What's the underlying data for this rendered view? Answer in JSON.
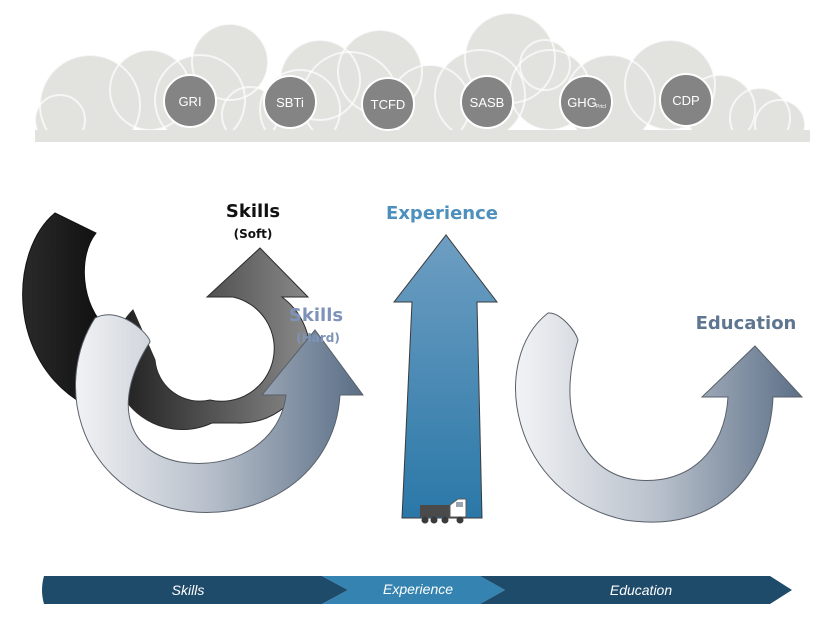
{
  "frameworks": [
    {
      "label": "GRI"
    },
    {
      "label": "SBTi"
    },
    {
      "label": "TCFD"
    },
    {
      "label": "SASB"
    },
    {
      "label": "GHG",
      "sub": "Prtcl"
    },
    {
      "label": "CDP"
    }
  ],
  "arrows": {
    "skills_soft": {
      "title": "Skills",
      "subtitle": "(Soft)"
    },
    "skills_hard": {
      "title": "Skills",
      "subtitle": "(Hard)"
    },
    "experience": {
      "title": "Experience"
    },
    "education": {
      "title": "Education"
    }
  },
  "timeline": {
    "segments": [
      "Skills",
      "Experience",
      "Education"
    ]
  },
  "colors": {
    "cloud": "#e2e2df",
    "badge": "#848484",
    "badge_text": "#ffffff",
    "dark_arrow": "#1e1e1e",
    "gray_arrow": "#6a6a6a",
    "steel_arrow": "#61768e",
    "light_arrow": "#e8ebef",
    "experience_blue_top": "#6e9ec2",
    "experience_blue_bottom": "#2a78a8",
    "skills_soft_text": "#111111",
    "skills_hard_text": "#7d93b8",
    "experience_text": "#4d8fbd",
    "education_text": "#5f7690",
    "timeline_dark": "#1e4a68",
    "timeline_mid": "#3483b0",
    "timeline_text": "#ffffff"
  }
}
